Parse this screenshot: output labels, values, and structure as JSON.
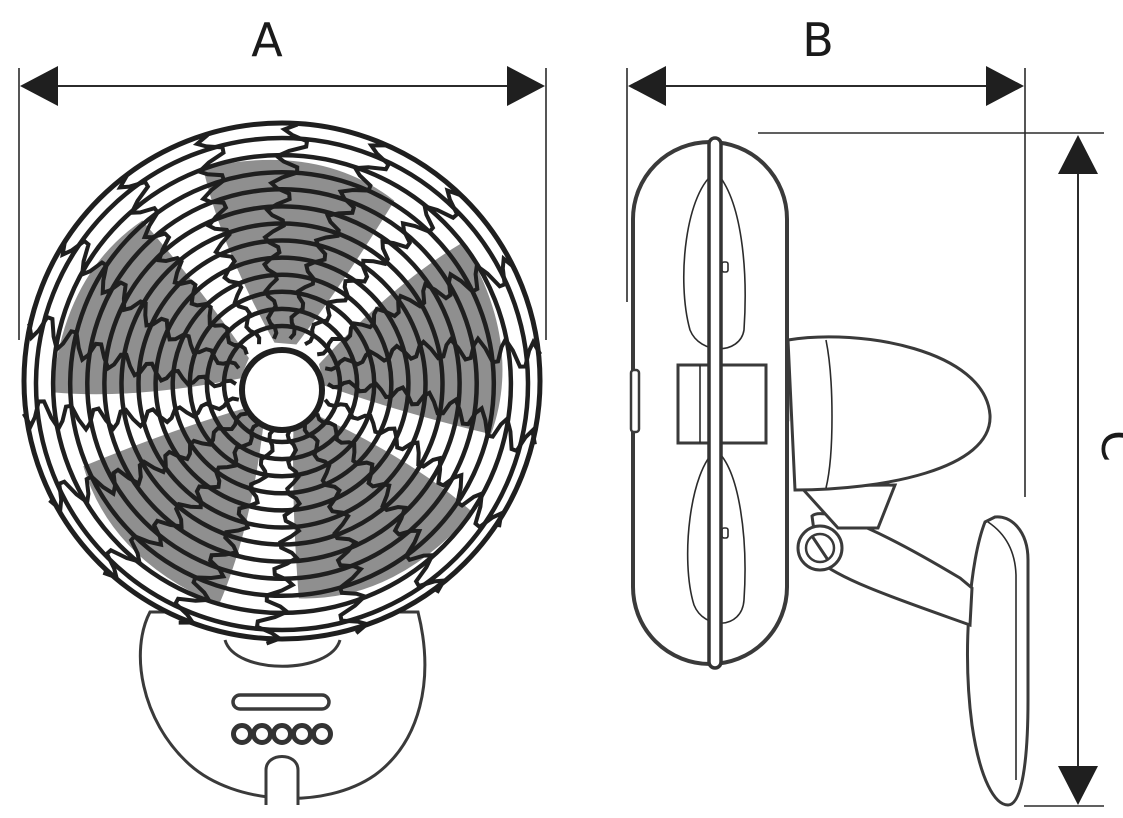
{
  "dimensions": {
    "width_label": "A",
    "depth_label": "B",
    "height_label": "C"
  },
  "colors": {
    "ink": "#1f1f1f",
    "blade": "#8f8f8f",
    "background": "#ffffff"
  },
  "views": {
    "front": {
      "blade_count": 5,
      "button_count": 5,
      "grille_rings": 12,
      "grille_ribs": 18
    },
    "side": {}
  }
}
